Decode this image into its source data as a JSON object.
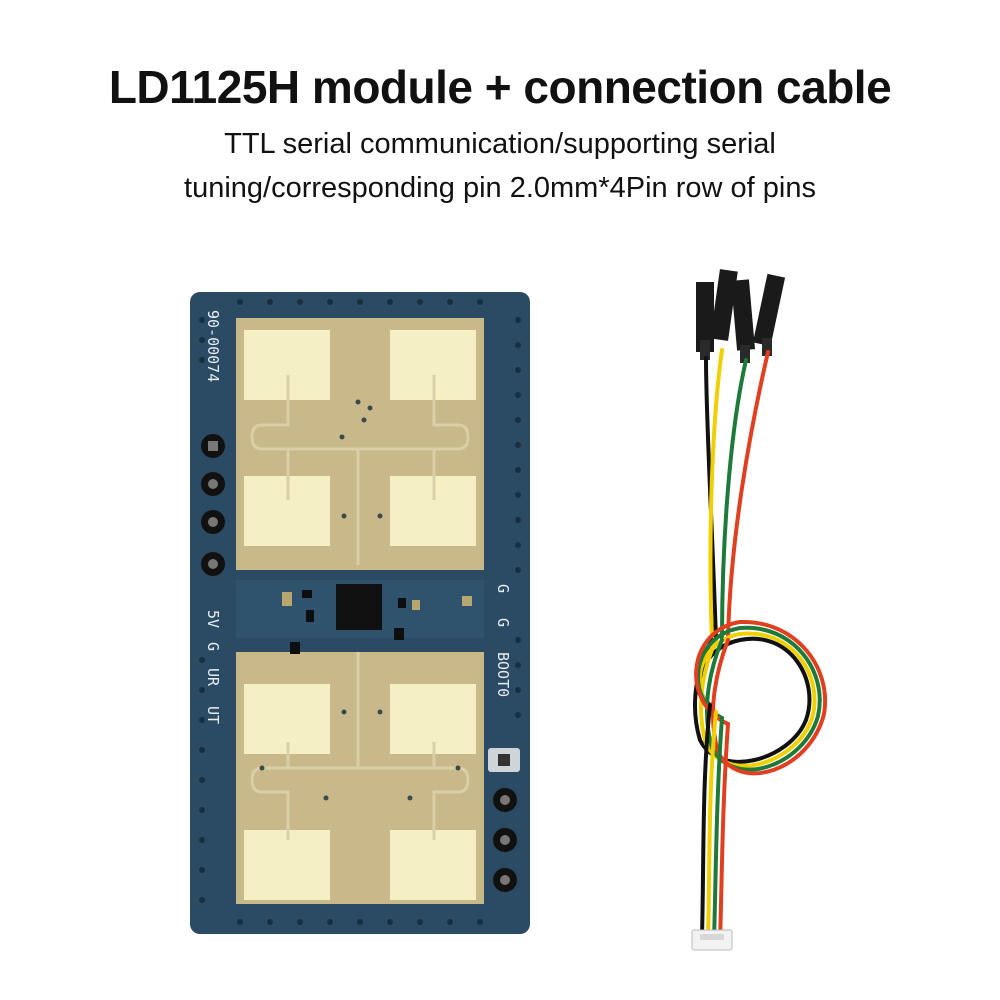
{
  "header": {
    "title": "LD1125H module + connection cable",
    "subtitle_line1": "TTL serial communication/supporting serial",
    "subtitle_line2": "tuning/corresponding pin 2.0mm*4Pin row of pins"
  },
  "board": {
    "part_number": "90-00074",
    "left_pins": [
      "5V",
      "G",
      "UR",
      "UT"
    ],
    "right_pins": [
      "G",
      "G",
      "BOOT0"
    ]
  },
  "colors": {
    "pcb": "#2b4a63",
    "copper_pad": "#f4f0c4",
    "trace": "#d4c9a6",
    "wires": [
      "#111111",
      "#f0d000",
      "#1e7a3a",
      "#e04020"
    ]
  }
}
